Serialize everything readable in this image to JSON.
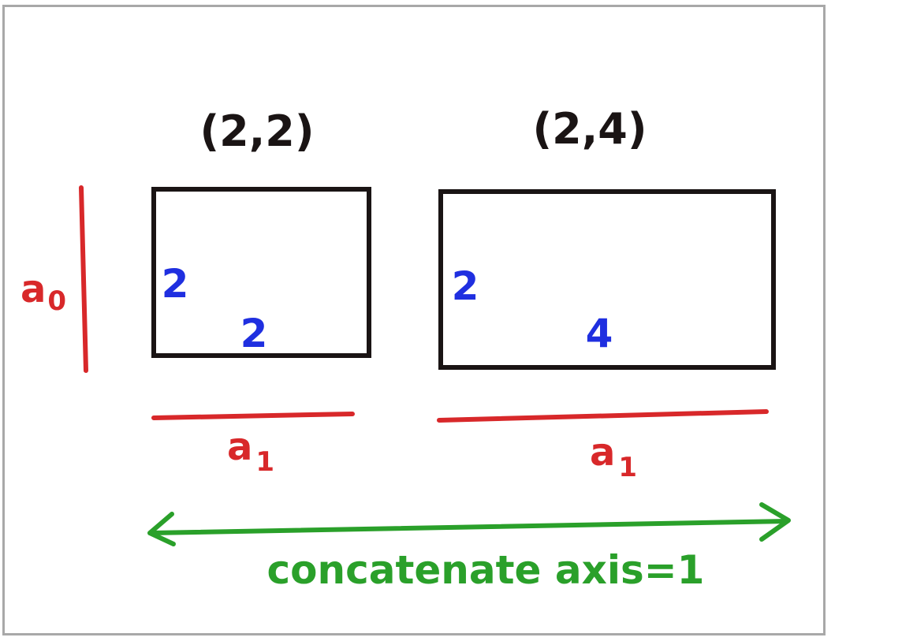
{
  "diagram": {
    "left_matrix": {
      "shape_label": "(2,2)",
      "rows_label": "2",
      "cols_label": "2",
      "axis_label_rows": "a",
      "axis_label_rows_sub": "0",
      "axis_label_cols": "a",
      "axis_label_cols_sub": "1"
    },
    "right_matrix": {
      "shape_label": "(2,4)",
      "rows_label": "2",
      "cols_label": "4",
      "axis_label_cols": "a",
      "axis_label_cols_sub": "1"
    },
    "operation_label": "concatenate axis=1"
  },
  "colors": {
    "outline": "#1a1414",
    "dimension": "#1f2fe0",
    "axis": "#d8282a",
    "operation": "#2aa02a",
    "frame": "#a8a8a8"
  }
}
